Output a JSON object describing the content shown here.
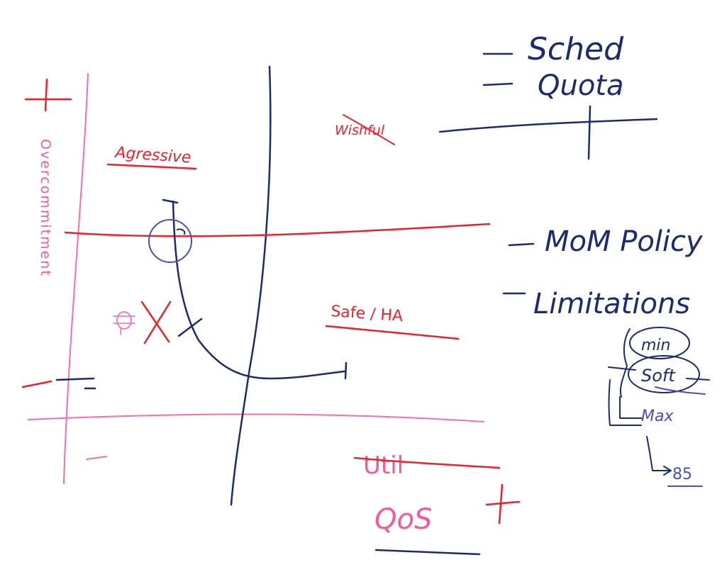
{
  "board": {
    "left_margin_label": "Overcommitment",
    "plus_top": "+",
    "minus_bottom": "-",
    "quadrants": {
      "top_left": "Agressive",
      "top_right": "Wishful",
      "bottom_right": "Safe / HA"
    },
    "x_axis": {
      "struck_label": "Util",
      "label": "QoS",
      "plus": "+"
    },
    "notes": {
      "sched": "Sched",
      "quota": "Quota",
      "mom_policy": "MoM Policy",
      "limitations": "Limitations"
    },
    "limit_tree": {
      "min": "min",
      "soft": "Soft",
      "max": "Max",
      "value": "85"
    },
    "colors": {
      "red": "#e8232e",
      "blue": "#1c2a6e",
      "pink": "#ef6fb4",
      "purple": "#4a4fb0"
    }
  }
}
